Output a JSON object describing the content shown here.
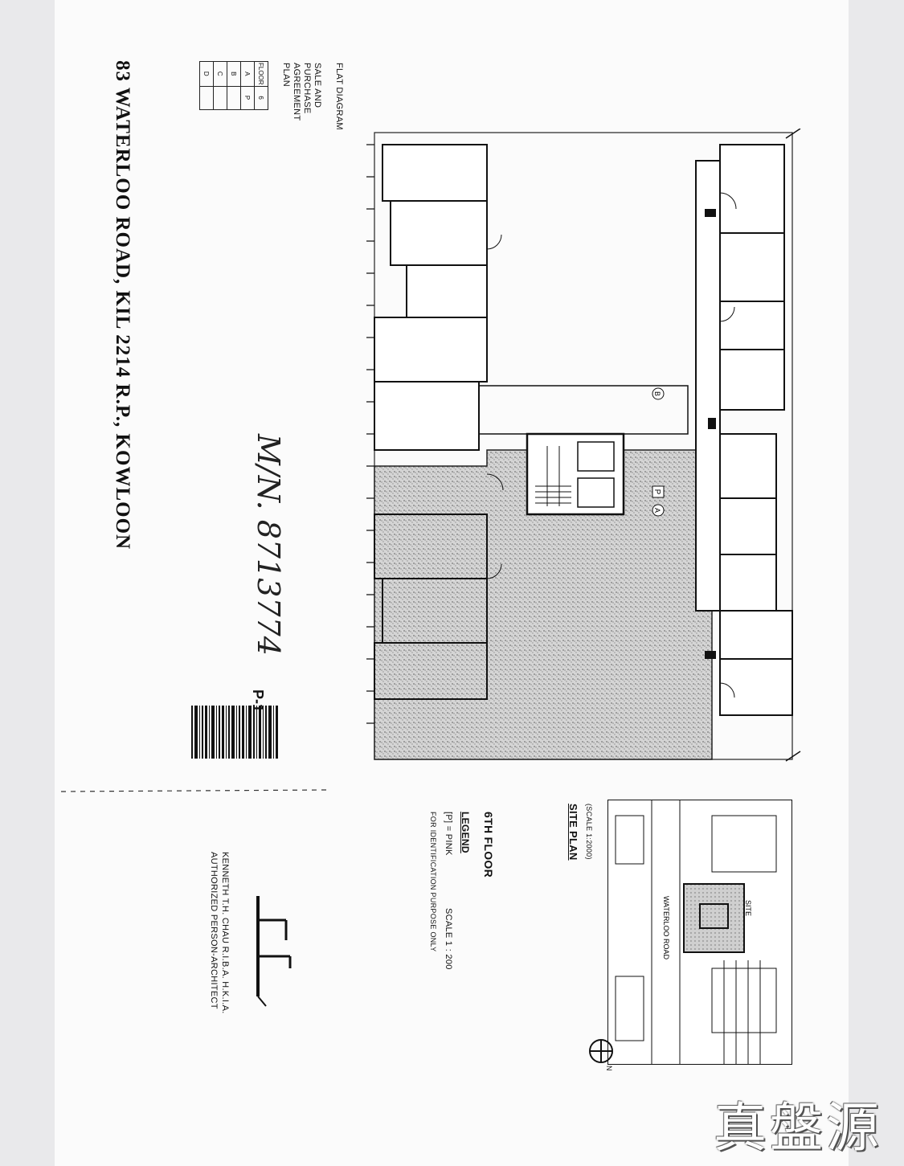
{
  "document": {
    "address": "83 WATERLOO ROAD, KIL 2214 R.P., KOWLOON",
    "plan_heading": "SALE AND PURCHASE AGREEMENT PLAN",
    "flat_diagram": "FLAT DIAGRAM",
    "flat_table": {
      "header": [
        "FLOOR",
        "6"
      ],
      "rows": [
        [
          "A",
          "P"
        ],
        [
          "B",
          ""
        ],
        [
          "C",
          ""
        ],
        [
          "D",
          ""
        ]
      ]
    },
    "handwritten_ref": "M/N. 8713774",
    "page_label": "P-1",
    "floor_label": "6TH FLOOR",
    "legend_title": "LEGEND",
    "legend_item": "[P] = PINK",
    "scale": "SCALE 1 : 200",
    "identification_note": "FOR IDENTIFICATION PURPOSE ONLY",
    "site_plan_title": "SITE PLAN",
    "site_plan_scale": "(SCALE 1:2000)",
    "road_label": "WATERLOO ROAD",
    "site_label": "SITE",
    "north_label": "N",
    "flat_tag_p": "P",
    "flat_tag_a": "A",
    "flat_tag_b": "B",
    "architect_line1": "KENNETH T.H. CHAU R.I.B.A. H.K.I.A.",
    "architect_line2": "AUTHORIZED PERSON-ARCHITECT"
  },
  "watermark": "真盤源",
  "colors": {
    "paper": "#fbfbfb",
    "frame": "#e9e9eb",
    "ink": "#111111",
    "stipple": "#bdbdbd"
  }
}
